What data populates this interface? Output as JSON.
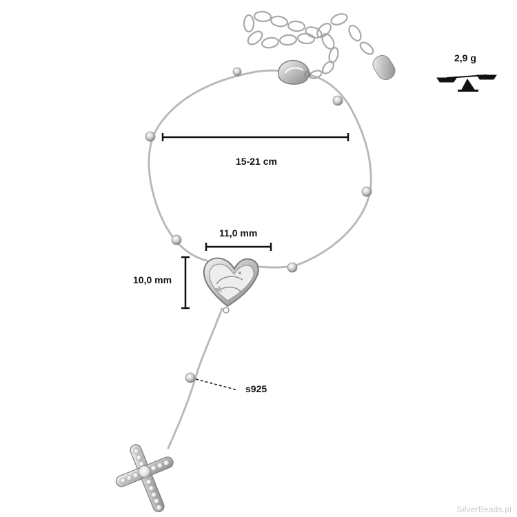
{
  "dimensions": {
    "length": "15-21 cm",
    "pendant_width": "11,0 mm",
    "pendant_height": "10,0 mm"
  },
  "material": "s925",
  "weight": "2,9 g",
  "watermark": "SilverBeads.pl",
  "icons": {
    "weight": "balance-scale-icon",
    "pendant": "heart-pendant",
    "charm": "cross-charm"
  },
  "colors": {
    "silver": "#c8c8c8",
    "silver_dark": "#8f8f8f",
    "measure_line": "#111111"
  }
}
